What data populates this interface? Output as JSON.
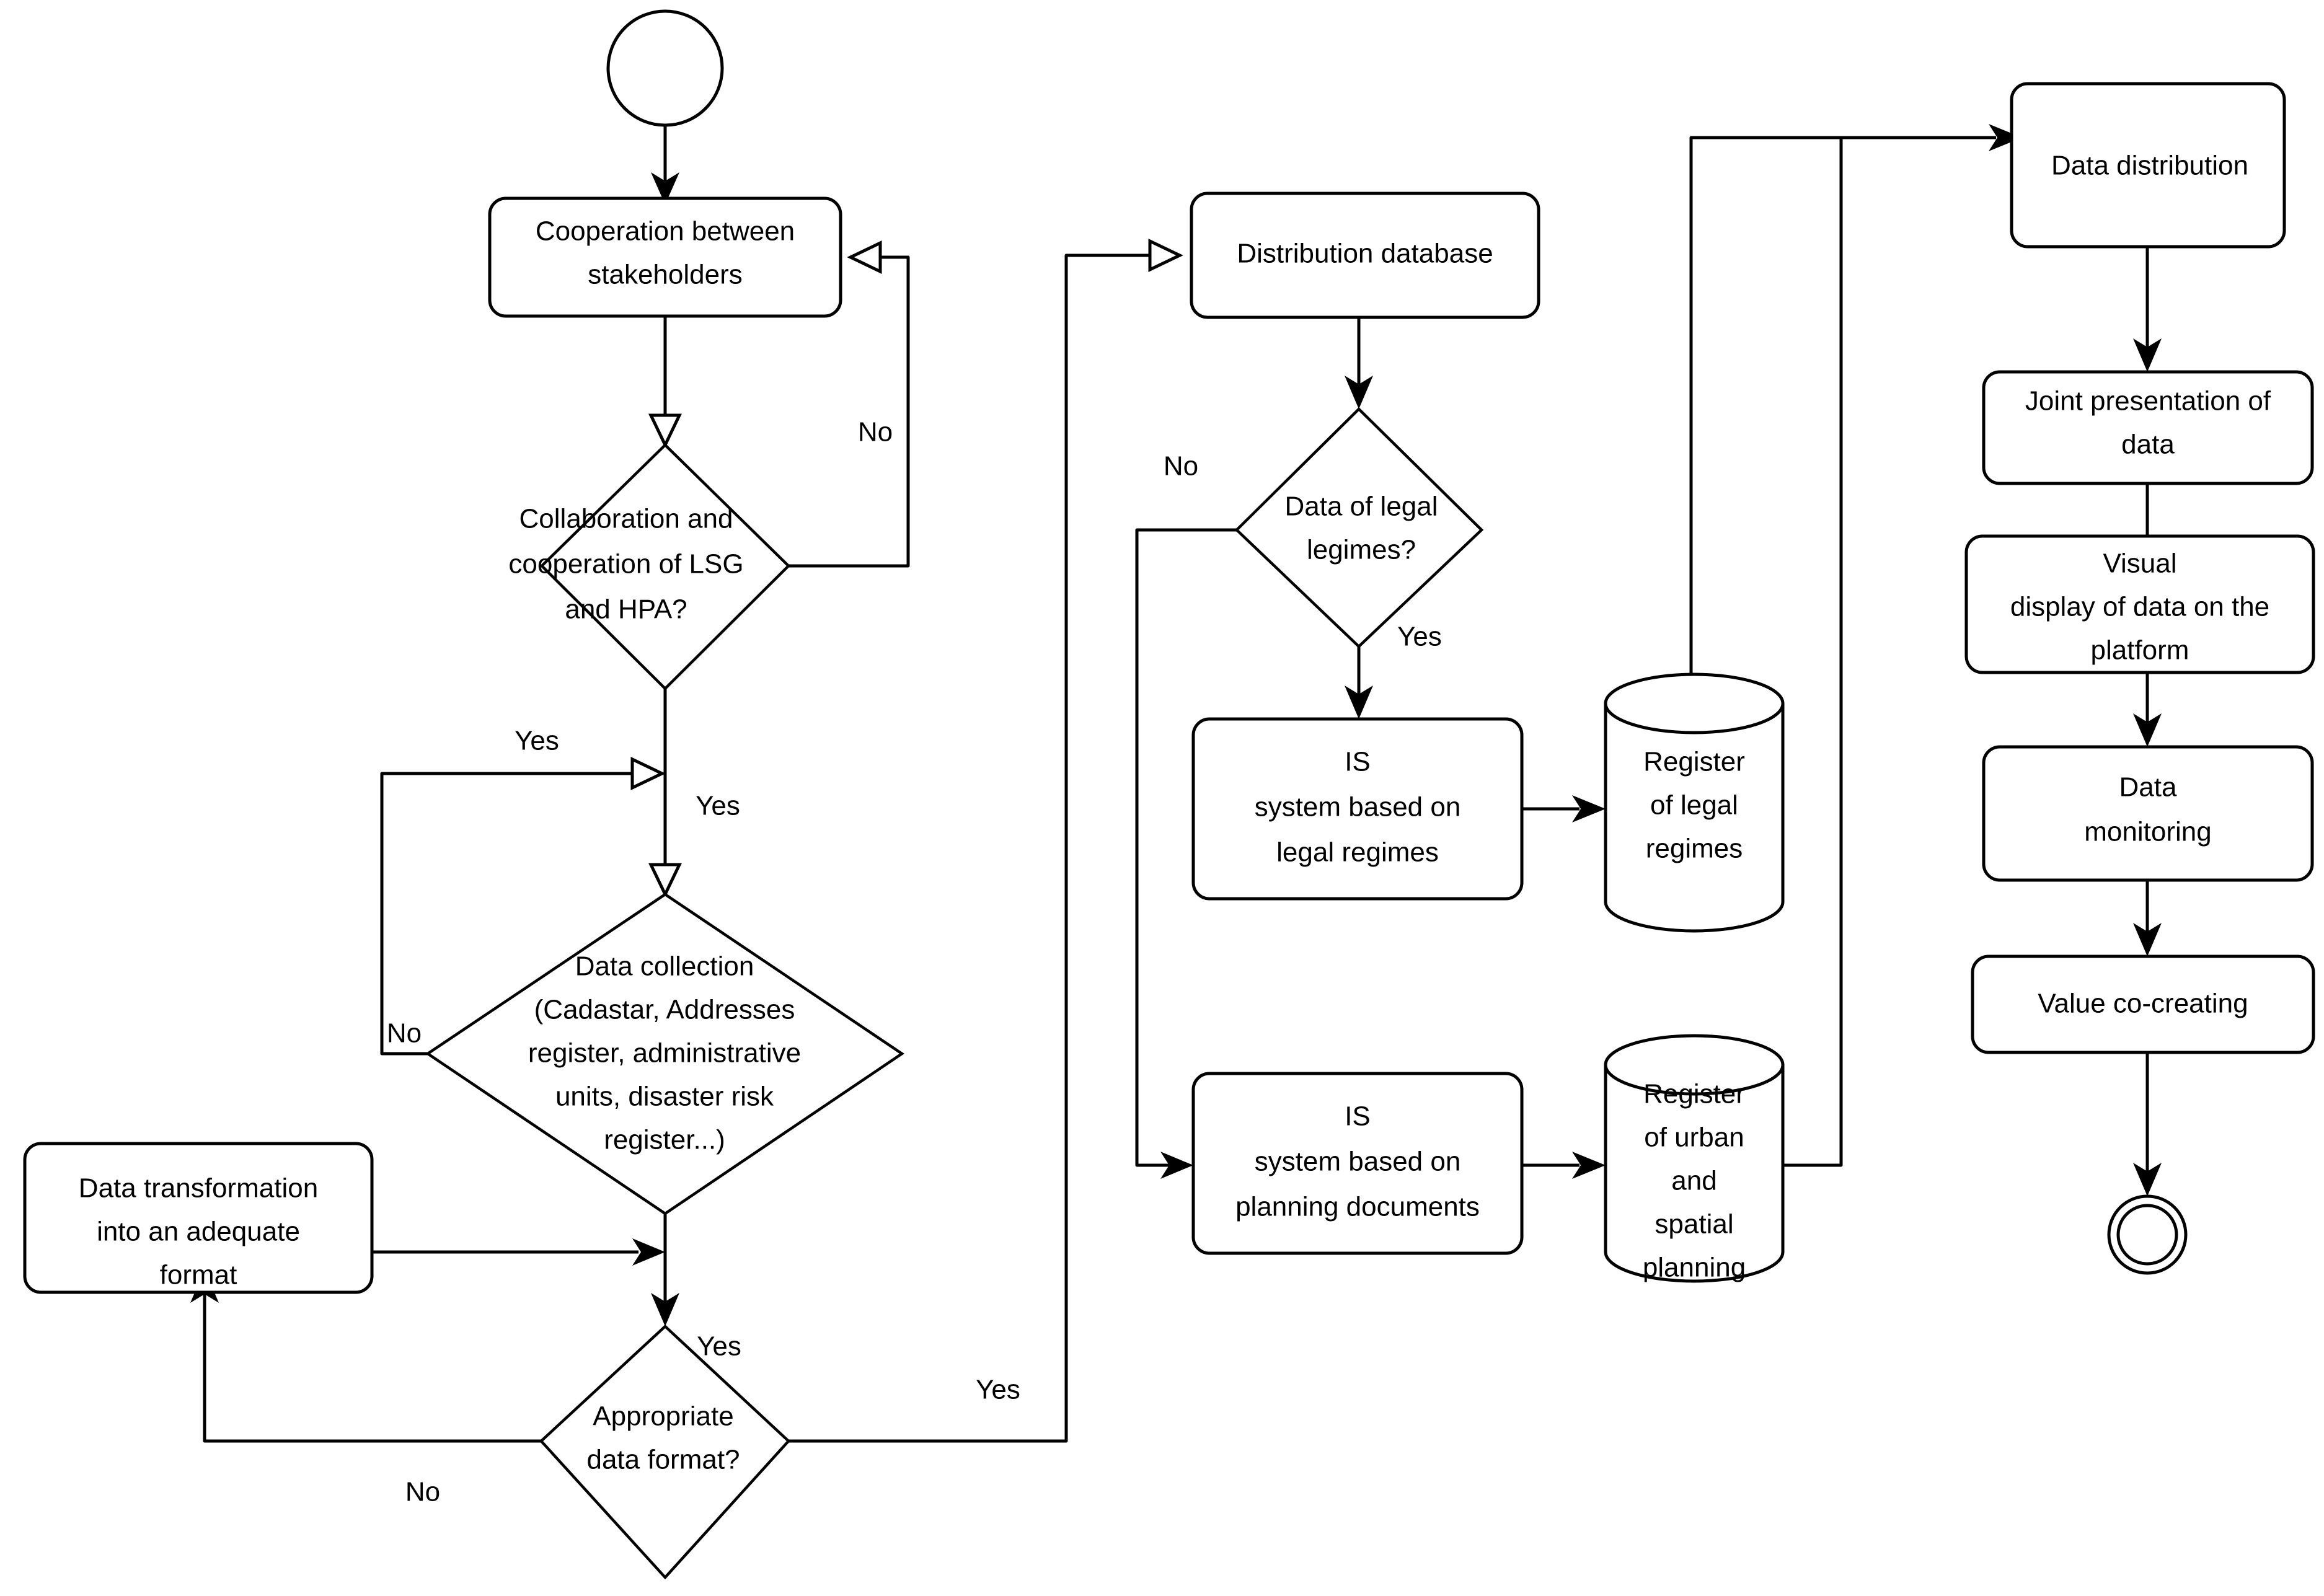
{
  "diagram": {
    "type": "flowchart",
    "title": "",
    "nodes": {
      "start": {
        "label": "",
        "shape": "start-circle"
      },
      "cooperation": {
        "label_line1": "Cooperation between",
        "label_line2": "stakeholders",
        "shape": "rounded-rect"
      },
      "collab_decision": {
        "label_line1": "Collaboration and",
        "label_line2": "cooperation of LSG",
        "label_line3": "and HPA?",
        "shape": "diamond"
      },
      "data_collection": {
        "label_line1": "Data collection",
        "label_line2": "(Cadastar, Addresses",
        "label_line3": "register, administrative",
        "label_line4": "units, disaster risk",
        "label_line5": "register...)",
        "shape": "diamond"
      },
      "data_transformation": {
        "label_line1": "Data transformation",
        "label_line2": "into an adequate",
        "label_line3": "format",
        "shape": "rounded-rect"
      },
      "format_decision": {
        "label_line1": "Appropriate",
        "label_line2": "data format?",
        "shape": "diamond"
      },
      "distribution_database": {
        "label": "Distribution database",
        "shape": "rounded-rect"
      },
      "legal_decision": {
        "label_line1": "Data of legal",
        "label_line2": "legimes?",
        "shape": "diamond"
      },
      "is_legal": {
        "label_line1": "IS",
        "label_line2": "system based on",
        "label_line3": "legal regimes",
        "shape": "rounded-rect"
      },
      "register_legal": {
        "label_line1": "Register",
        "label_line2": "of legal",
        "label_line3": "regimes",
        "shape": "cylinder"
      },
      "is_planning": {
        "label_line1": "IS",
        "label_line2": "system based on",
        "label_line3": "planning documents",
        "shape": "rounded-rect"
      },
      "register_urban": {
        "label_line1": "Register",
        "label_line2": "of urban",
        "label_line3": "and",
        "label_line4": "spatial",
        "label_line5": "planning",
        "shape": "cylinder"
      },
      "data_distribution": {
        "label": "Data distribution",
        "shape": "rounded-rect"
      },
      "joint_presentation": {
        "label_line1": "Joint presentation of",
        "label_line2": "data",
        "shape": "rounded-rect"
      },
      "visual_display": {
        "label_line1": "Visual",
        "label_line2": "display of data on the",
        "label_line3": "platform",
        "shape": "rounded-rect"
      },
      "data_monitoring": {
        "label_line1": "Data",
        "label_line2": "monitoring",
        "shape": "rounded-rect"
      },
      "value_cocreating": {
        "label": "Value co-creating",
        "shape": "rounded-rect"
      },
      "end": {
        "label": "",
        "shape": "end-double-circle"
      }
    },
    "edge_labels": {
      "collab_no": "No",
      "collab_yes_side": "Yes",
      "collab_yes_down": "Yes",
      "collection_no": "No",
      "format_yes_top": "Yes",
      "format_yes_right": "Yes",
      "format_no": "No",
      "legal_no": "No",
      "legal_yes": "Yes"
    },
    "colors": {
      "stroke": "#000000",
      "fill": "#ffffff",
      "background": "#ffffff"
    }
  }
}
